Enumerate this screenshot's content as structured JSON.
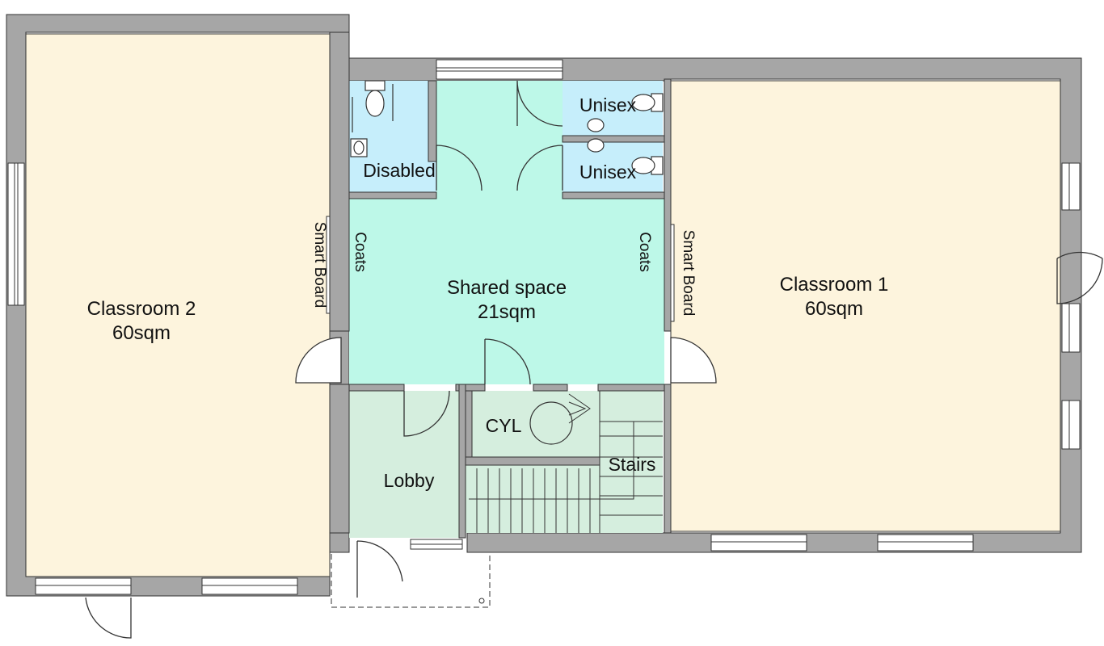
{
  "rooms": {
    "classroom1": {
      "name": "Classroom 1",
      "area": "60sqm"
    },
    "classroom2": {
      "name": "Classroom 2",
      "area": "60sqm"
    },
    "shared": {
      "name": "Shared space",
      "area": "21sqm"
    },
    "disabled": "Disabled",
    "unisex": "Unisex",
    "lobby": "Lobby",
    "cyl": "CYL",
    "stairs": "Stairs"
  },
  "labels": {
    "coats": "Coats",
    "smart_board": "Smart Board"
  },
  "colors": {
    "classroom": "#fdf4dd",
    "shared": "#bdf8e8",
    "wc": "#c6eefb",
    "lobby": "#d5eede",
    "wall": "#a6a6a6"
  }
}
